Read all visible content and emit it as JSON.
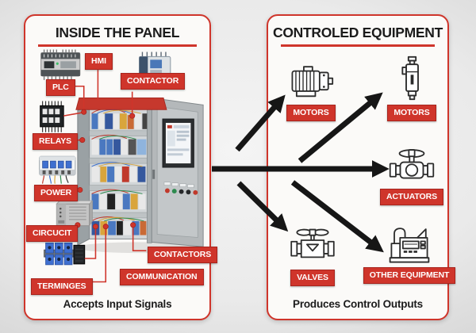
{
  "colors": {
    "accent_red": "#cf352b",
    "arrow_black": "#161616",
    "panel_bg": "#fbfaf8"
  },
  "left": {
    "title": "INSIDE THE PANEL",
    "caption": "Accepts Input Signals",
    "labels": {
      "hmi": "HMI",
      "plc": "PLC",
      "contactor": "CONTACTOR",
      "relays": "RELAYS",
      "power": "POWER",
      "circuit": "CIRCUCIT",
      "contactors": "CONTACTORS",
      "communication": "COMMUNICATION",
      "terminges": "TERMINGES"
    },
    "device_images": [
      "plc-module",
      "contactor",
      "relay-block",
      "circuit-breaker",
      "power-supply",
      "terminal-blocks",
      "open-control-cabinet"
    ]
  },
  "right": {
    "title": "CONTROLED EQUIPMENT",
    "caption": "Produces Control Outputs",
    "items": [
      {
        "label": "MOTORS",
        "icon": "electric-motor-icon"
      },
      {
        "label": "MOTORS",
        "icon": "solenoid-motor-icon"
      },
      {
        "label": "ACTUATORS",
        "icon": "actuator-valve-icon"
      },
      {
        "label": "VALVES",
        "icon": "valve-icon"
      },
      {
        "label": "OTHER EQUIPMENT",
        "icon": "industrial-equipment-icon"
      }
    ]
  },
  "arrows": [
    "panel-to-motors-left",
    "panel-to-motors-right",
    "panel-to-actuators",
    "panel-to-valves",
    "panel-to-other-equipment"
  ]
}
